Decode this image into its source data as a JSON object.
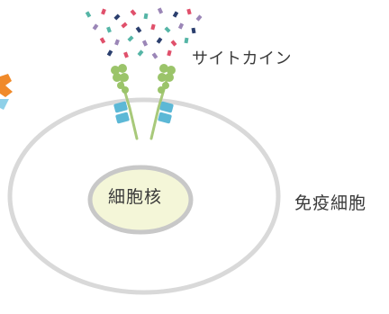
{
  "diagram": {
    "labels": {
      "cytokine": "サイトカイン",
      "immune_cell": "免疫細胞",
      "nucleus": "細胞核"
    },
    "colors": {
      "cell_membrane": "#d9d9d9",
      "nucleus_border": "#c8c8c8",
      "nucleus_fill": "#f4f6d8",
      "receptor_stalk": "#a8c97a",
      "receptor_head": "#9bc46a",
      "receptor_body": "#5cb8d6",
      "cytokine_red": "#e0506b",
      "cytokine_navy": "#2b3f6e",
      "cytokine_teal": "#55b5a6",
      "cytokine_purple": "#9b86b7",
      "edge_orange": "#f08a2a",
      "edge_blue": "#8fd0e8"
    },
    "icons": {
      "cytokine_particles": "cytokine-particle-icons",
      "receptors": "receptor-icons"
    }
  }
}
